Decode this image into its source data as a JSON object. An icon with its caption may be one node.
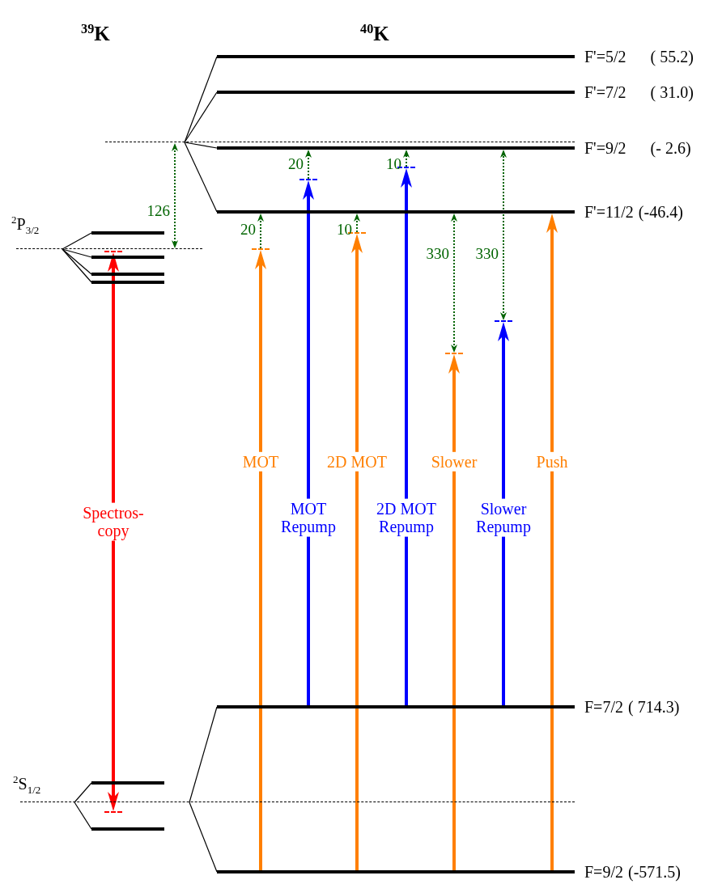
{
  "diagram": {
    "nodes": [
      {
        "text": [],
        "shape": "bar",
        "beside": [
          "F'=5/2",
          "( 55.2)"
        ]
      },
      {
        "text": [],
        "shape": "bar",
        "beside": [
          "F'=7/2",
          "( 31.0)"
        ]
      },
      {
        "text": [],
        "shape": "line"
      },
      {
        "text": [],
        "shape": "bar",
        "beside": [
          "F'=9/2",
          "(- 2.6)"
        ]
      },
      {
        "text": [],
        "shape": "bar",
        "beside": [
          "F'=11/2",
          "(-46.4)"
        ]
      },
      {
        "text": [],
        "shape": "bar"
      },
      {
        "text": [],
        "shape": "line"
      },
      {
        "text": [],
        "shape": "bar"
      },
      {
        "text": [],
        "shape": "bar"
      },
      {
        "text": [],
        "shape": "bar"
      },
      {
        "text": [],
        "shape": "bar",
        "beside": [
          "F=7/2",
          "( 714.3)"
        ]
      },
      {
        "text": [],
        "shape": "bar"
      },
      {
        "text": [],
        "shape": "line"
      },
      {
        "text": [],
        "shape": "bar"
      },
      {
        "text": [],
        "shape": "bar",
        "beside": [
          "F=9/2",
          "(-571.5)"
        ]
      },
      {
        "text": [],
        "shape": "tick"
      },
      {
        "text": [],
        "shape": "tick"
      },
      {
        "text": [],
        "shape": "tick"
      },
      {
        "text": [],
        "shape": "tick"
      },
      {
        "text": [],
        "shape": "tick"
      },
      {
        "text": [],
        "shape": "tick"
      },
      {
        "text": [],
        "shape": "tick"
      },
      {
        "text": [],
        "shape": "tick"
      }
    ],
    "edges": [
      {
        "from": 6,
        "to": 5,
        "arrow": "none"
      },
      {
        "from": 6,
        "to": 7,
        "arrow": "none"
      },
      {
        "from": 6,
        "to": 8,
        "arrow": "none"
      },
      {
        "from": 6,
        "to": 9,
        "arrow": "none"
      },
      {
        "from": 2,
        "to": 0,
        "arrow": "none"
      },
      {
        "from": 2,
        "to": 1,
        "arrow": "none"
      },
      {
        "from": 2,
        "to": 3,
        "arrow": "none"
      },
      {
        "from": 2,
        "to": 4,
        "arrow": "none"
      },
      {
        "from": 12,
        "to": 11,
        "arrow": "none"
      },
      {
        "from": 12,
        "to": 13,
        "arrow": "none"
      },
      {
        "from": 12,
        "to": 10,
        "arrow": "none"
      },
      {
        "from": 12,
        "to": 14,
        "arrow": "none"
      },
      {
        "from": 2,
        "to": 6,
        "arrow": "both",
        "label": "126",
        "style": "dashed",
        "color": "#006400"
      },
      {
        "from": 15,
        "to": 16,
        "arrow": "both",
        "label": "Spectros- copy",
        "style": "thick",
        "color": "#ff0000"
      },
      {
        "from": 14,
        "to": 17,
        "arrow": "to",
        "label": "MOT",
        "style": "thick",
        "color": "#ff7f00"
      },
      {
        "from": 17,
        "to": 4,
        "arrow": "to",
        "label": "20",
        "style": "dashed",
        "color": "#006400"
      },
      {
        "from": 10,
        "to": 18,
        "arrow": "to",
        "label": "MOT Repump",
        "style": "thick",
        "color": "#0000ff"
      },
      {
        "from": 18,
        "to": 3,
        "arrow": "to",
        "label": "20",
        "style": "dashed",
        "color": "#006400"
      },
      {
        "from": 14,
        "to": 19,
        "arrow": "to",
        "label": "2D MOT",
        "style": "thick",
        "color": "#ff7f00"
      },
      {
        "from": 19,
        "to": 4,
        "arrow": "to",
        "label": "10",
        "style": "dashed",
        "color": "#006400"
      },
      {
        "from": 10,
        "to": 20,
        "arrow": "to",
        "label": "2D MOT Repump",
        "style": "thick",
        "color": "#0000ff"
      },
      {
        "from": 20,
        "to": 3,
        "arrow": "to",
        "label": "10",
        "style": "dashed",
        "color": "#006400"
      },
      {
        "from": 14,
        "to": 21,
        "arrow": "to",
        "label": "Slower",
        "style": "thick",
        "color": "#ff7f00"
      },
      {
        "from": 21,
        "to": 4,
        "arrow": "both",
        "label": "330",
        "style": "dashed",
        "color": "#006400"
      },
      {
        "from": 10,
        "to": 22,
        "arrow": "to",
        "label": "Slower Repump",
        "style": "thick",
        "color": "#0000ff"
      },
      {
        "from": 22,
        "to": 3,
        "arrow": "both",
        "label": "330",
        "style": "dashed",
        "color": "#006400"
      },
      {
        "from": 14,
        "to": 4,
        "arrow": "to",
        "label": "Push",
        "style": "thick",
        "color": "#ff7f00"
      }
    ],
    "labels": [
      "$^{39}$K",
      "$^{40}$K",
      "$^{2}$P$_{3/2}$",
      "$^{2}$S$_{1/2}$"
    ]
  }
}
